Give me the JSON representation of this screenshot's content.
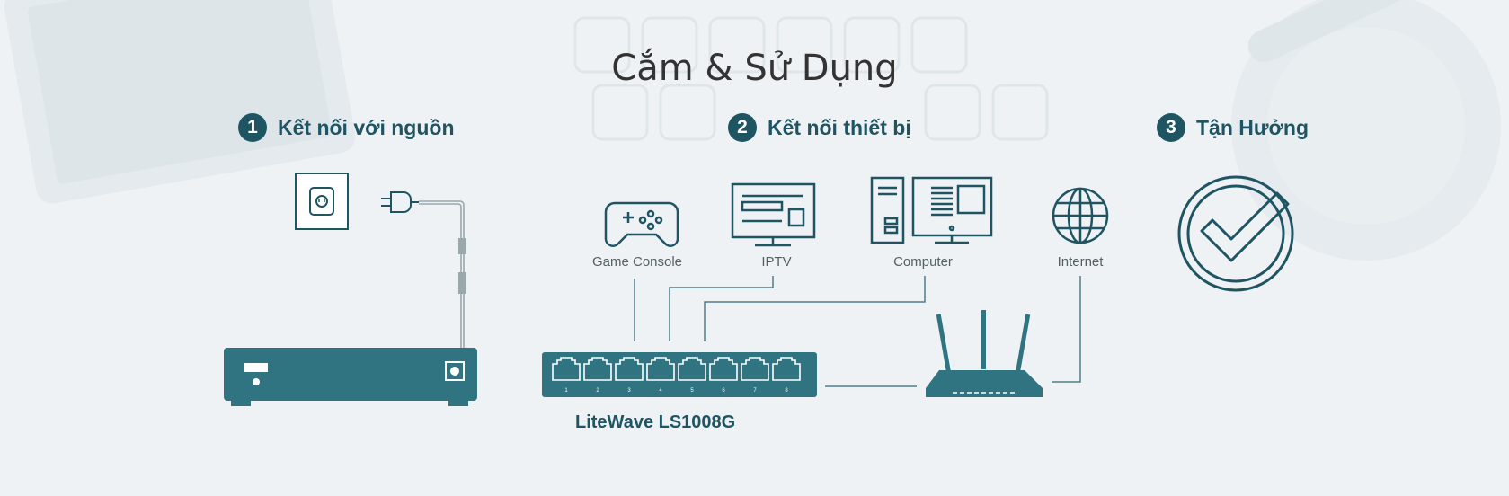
{
  "title": "Cắm & Sử Dụng",
  "steps": [
    {
      "number": "1",
      "label": "Kết nối với nguồn"
    },
    {
      "number": "2",
      "label": "Kết nối thiết bị"
    },
    {
      "number": "3",
      "label": "Tận Hưởng"
    }
  ],
  "devices": {
    "game_console": "Game Console",
    "iptv": "IPTV",
    "computer": "Computer",
    "internet": "Internet"
  },
  "product_name": "LiteWave LS1008G",
  "port_numbers": [
    "1",
    "2",
    "3",
    "4",
    "5",
    "6",
    "7",
    "8"
  ],
  "colors": {
    "teal": "#2f7480",
    "dark_teal": "#1f5463",
    "line": "#4d7f8a",
    "background": "#eef2f4"
  }
}
